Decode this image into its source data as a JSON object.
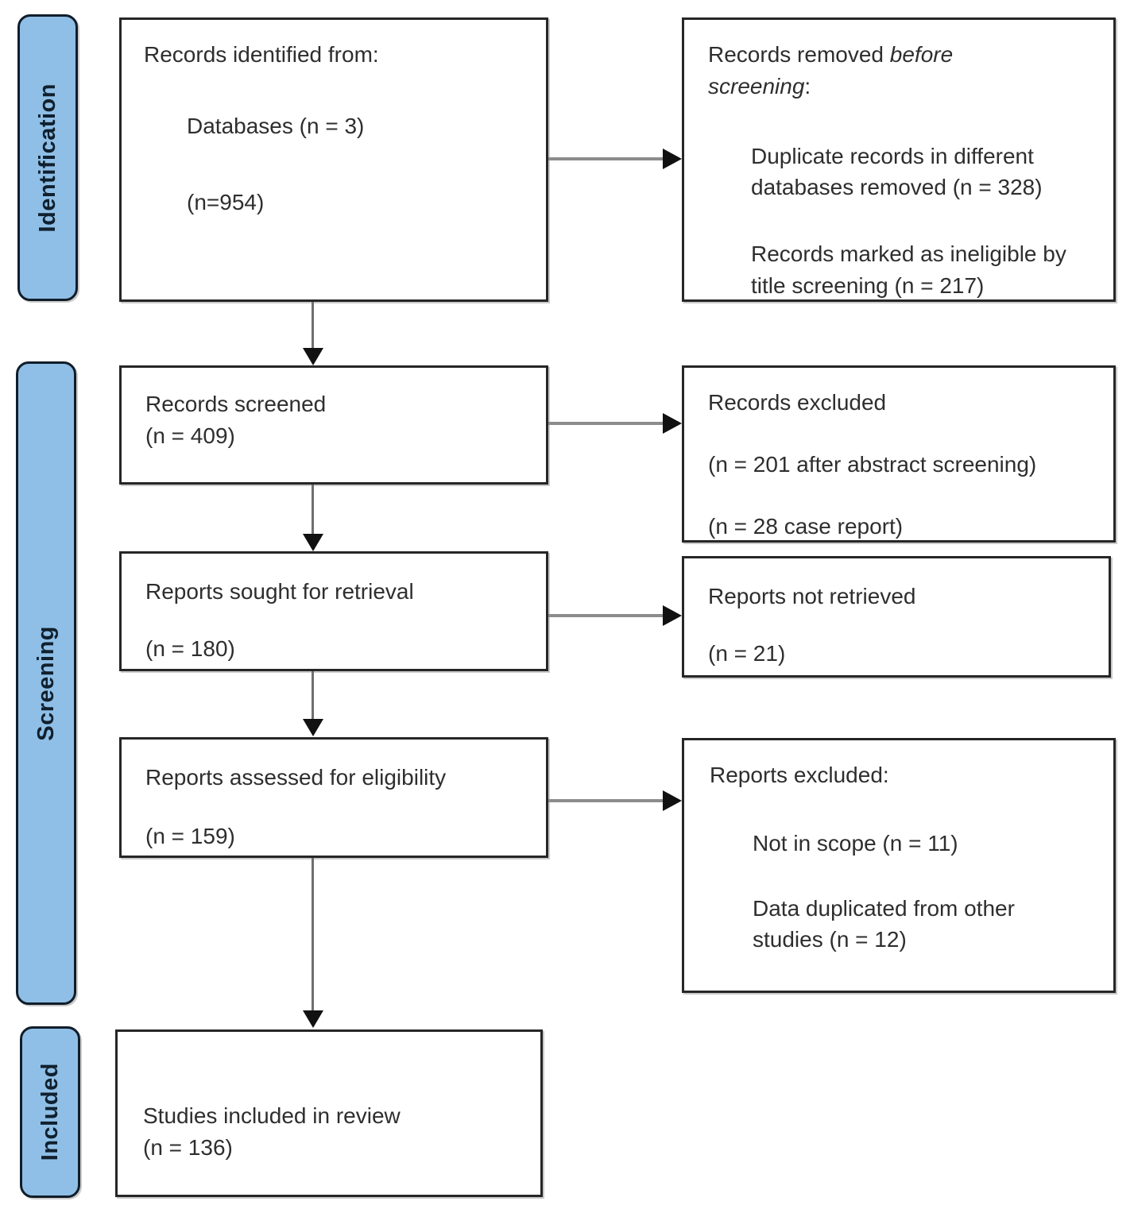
{
  "palette": {
    "stage_fill": "#8fbfe6",
    "stage_border": "#101d29",
    "box_border": "#262626",
    "text": "#2e2e2e",
    "arrow_line": "#8c8c8c",
    "arrow_head": "#111111"
  },
  "stages": [
    {
      "label": "Identification"
    },
    {
      "label": "Screening"
    },
    {
      "label": "Included"
    }
  ],
  "boxes": {
    "identified": {
      "line1": "Records identified from:",
      "line2": "Databases (n = 3)",
      "line3": "(n=954)"
    },
    "removed": {
      "title_prefix": "Records removed ",
      "title_italic": "before screening",
      "title_suffix": ":",
      "item1": "Duplicate records in different databases removed (n = 328)",
      "item2": "Records marked as ineligible by title screening (n = 217)"
    },
    "screened": {
      "line1": "Records screened",
      "line2": "(n = 409)"
    },
    "excluded": {
      "line1": "Records excluded",
      "line2": "(n = 201 after abstract screening)",
      "line3": "(n = 28 case report)"
    },
    "sought": {
      "line1": "Reports sought for retrieval",
      "line2": "(n = 180)"
    },
    "not_retrieved": {
      "line1": "Reports not retrieved",
      "line2": "(n = 21)"
    },
    "assessed": {
      "line1": "Reports assessed for eligibility",
      "line2": "(n = 159)"
    },
    "reports_excluded": {
      "title": "Reports excluded:",
      "item1": "Not in scope (n = 11)",
      "item2": "Data duplicated from other studies (n = 12)"
    },
    "included": {
      "line1": "Studies included in review",
      "line2": "(n = 136)"
    }
  }
}
